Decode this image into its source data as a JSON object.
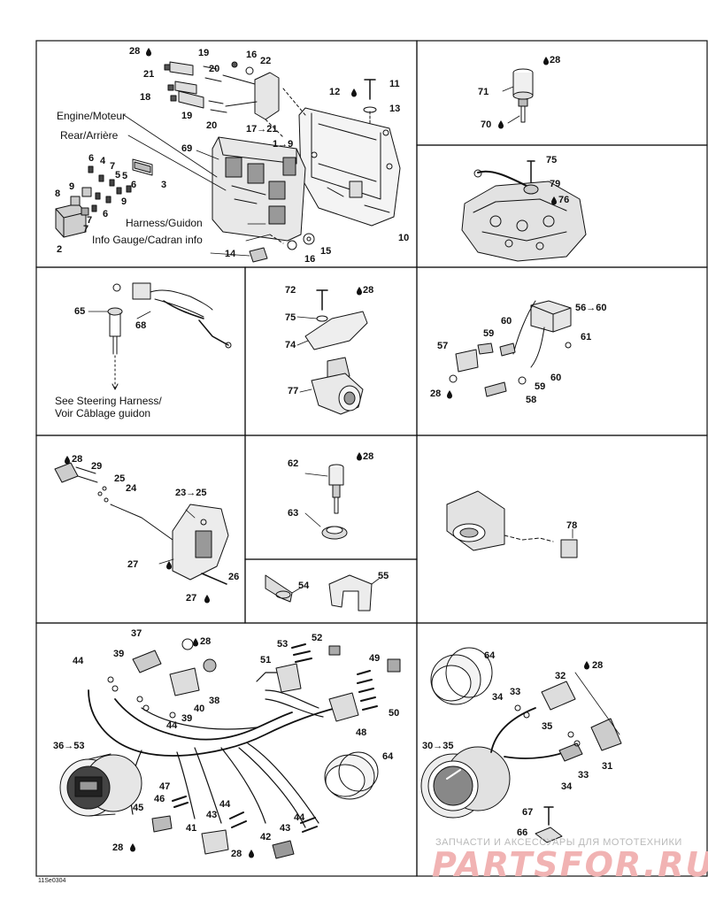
{
  "diagram_code": "11Se0304",
  "watermark": {
    "top_text": "ЗАПЧАСТИ И АКСЕССУАРЫ ДЛЯ МОТОТЕХНИКИ",
    "logo_text": "PARTSFOR.RU"
  },
  "panel1": {
    "engine": "Engine/Moteur",
    "rear": "Rear/Arrière",
    "harness": "Harness/Guidon",
    "info_gauge": "Info Gauge/Cadran info",
    "callouts": [
      "28",
      "21",
      "19",
      "20",
      "16",
      "22",
      "18",
      "19",
      "20",
      "17→21",
      "11",
      "12",
      "13",
      "69",
      "1→9",
      "6",
      "4",
      "7",
      "5",
      "3",
      "9",
      "5",
      "6",
      "8",
      "9",
      "7",
      "6",
      "2",
      "7",
      "10",
      "15",
      "16",
      "14"
    ]
  },
  "panel2": {
    "callouts": [
      "28",
      "71",
      "70"
    ]
  },
  "panel3": {
    "callouts": [
      "75",
      "79",
      "76"
    ]
  },
  "panel4": {
    "callouts": [
      "65",
      "68"
    ],
    "note_line1": "See Steering Harness/",
    "note_line2": "Voir Câblage guidon"
  },
  "panel5": {
    "callouts": [
      "72",
      "28",
      "75",
      "74",
      "77"
    ]
  },
  "panel6": {
    "callouts": [
      "56→60",
      "60",
      "59",
      "61",
      "57",
      "60",
      "59",
      "28",
      "58"
    ]
  },
  "panel7": {
    "callouts": [
      "28",
      "29",
      "25",
      "24",
      "23→25",
      "27",
      "26",
      "27"
    ]
  },
  "panel8": {
    "callouts": [
      "62",
      "28",
      "63"
    ]
  },
  "panel9": {
    "callouts": [
      "78"
    ]
  },
  "panel10": {
    "callouts": [
      "54",
      "55"
    ]
  },
  "panel11": {
    "callouts": [
      "37",
      "28",
      "53",
      "52",
      "44",
      "39",
      "51",
      "49",
      "38",
      "40",
      "39",
      "44",
      "50",
      "48",
      "36→53",
      "64",
      "47",
      "46",
      "45",
      "43",
      "44",
      "41",
      "44",
      "43",
      "42",
      "28",
      "28"
    ]
  },
  "panel12": {
    "callouts": [
      "64",
      "28",
      "32",
      "34",
      "33",
      "35",
      "30→35",
      "31",
      "34",
      "33",
      "67",
      "66"
    ]
  }
}
